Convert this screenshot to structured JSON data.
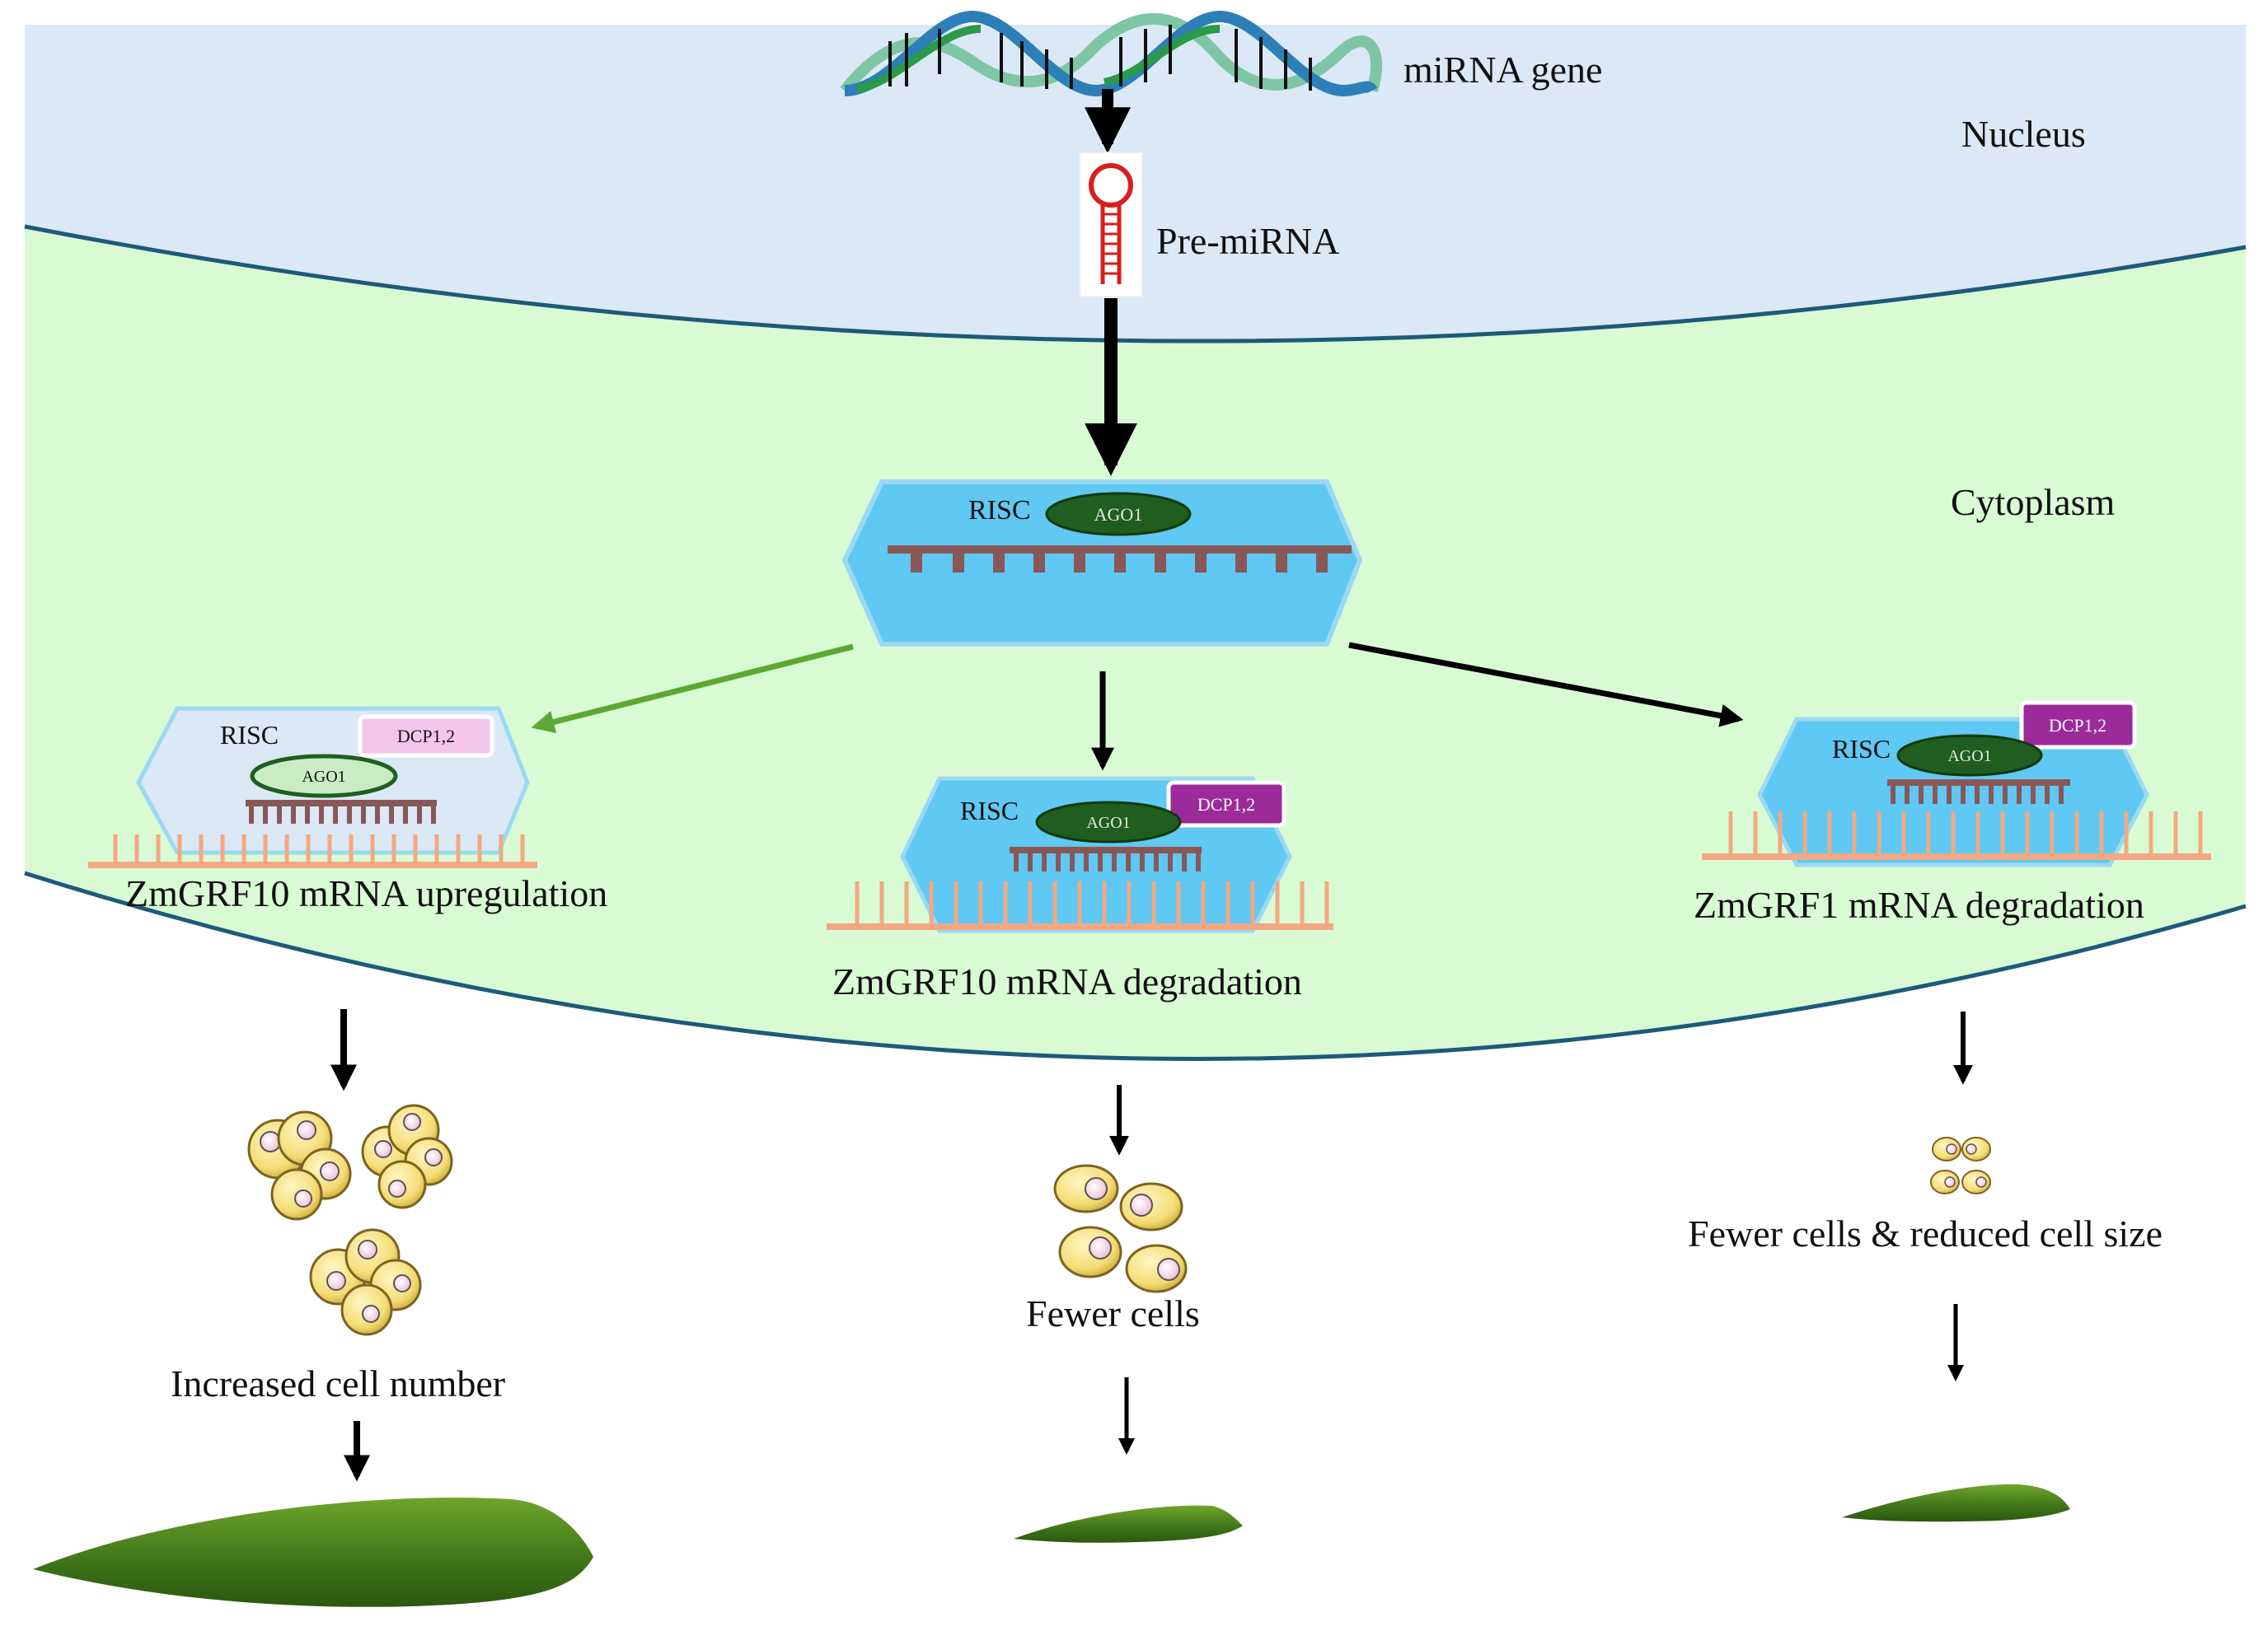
{
  "nucleus": {
    "label": "Nucleus",
    "color": "#dbe8f5"
  },
  "cytoplasm": {
    "label": "Cytoplasm",
    "color": "#d9fbd4"
  },
  "mirna_gene": {
    "label": "miRNA gene"
  },
  "pre_mirna": {
    "label": "Pre-miRNA"
  },
  "central_risc": {
    "risc_label": "RISC",
    "ago_label": "AGO1"
  },
  "branches": [
    {
      "risc_label": "RISC",
      "ago_label": "AGO1",
      "dcp_label": "DCP1,2",
      "mrna_label": "ZmGRF10 mRNA upregulation",
      "outcome_label": "Increased cell number"
    },
    {
      "risc_label": "RISC",
      "ago_label": "AGO1",
      "dcp_label": "DCP1,2",
      "mrna_label": "ZmGRF10 mRNA degradation",
      "outcome_label": "Fewer cells"
    },
    {
      "risc_label": "RISC",
      "ago_label": "AGO1",
      "dcp_label": "DCP1,2",
      "mrna_label": "ZmGRF1 mRNA degradation",
      "outcome_label": "Fewer cells & reduced cell size"
    }
  ],
  "colors": {
    "risc_fill": "#5fc8f3",
    "risc_faded": "#dbe8f5",
    "ago": "#1f5e1f",
    "ago_faded": "#c9ecc5",
    "dcp": "#9b2a9b",
    "dcp_faded": "#f4c6ec",
    "mirna_strand": "#8a5757",
    "mrna_strand": "#f3a883",
    "green_arrow": "#5da834",
    "leaf": "#4f8a1d",
    "cell": "#f4dc75"
  }
}
